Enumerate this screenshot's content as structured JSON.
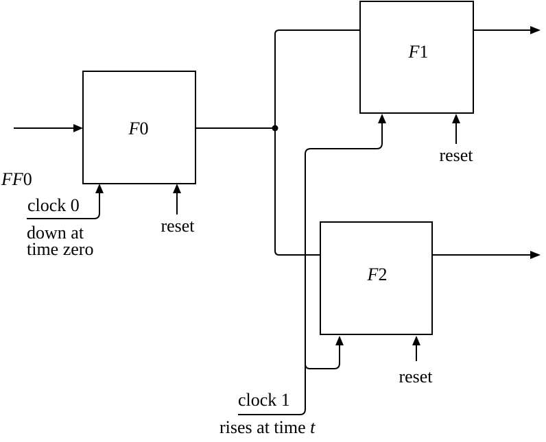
{
  "diagram": {
    "colors": {
      "line": "#000000",
      "background": "#ffffff"
    },
    "blocks": [
      {
        "letter": "F",
        "digit": "0"
      },
      {
        "letter": "F",
        "digit": "1"
      },
      {
        "letter": "F",
        "digit": "2"
      }
    ],
    "input_label": {
      "letters": "FF",
      "digit": "0"
    },
    "clock0": {
      "label": "clock 0",
      "note_line1": "down at",
      "note_line2": "time zero"
    },
    "clock1": {
      "label": "clock 1",
      "note_prefix": "rises at time ",
      "note_var": "t"
    },
    "resets": {
      "f0": "reset",
      "f1": "reset",
      "f2": "reset"
    }
  }
}
